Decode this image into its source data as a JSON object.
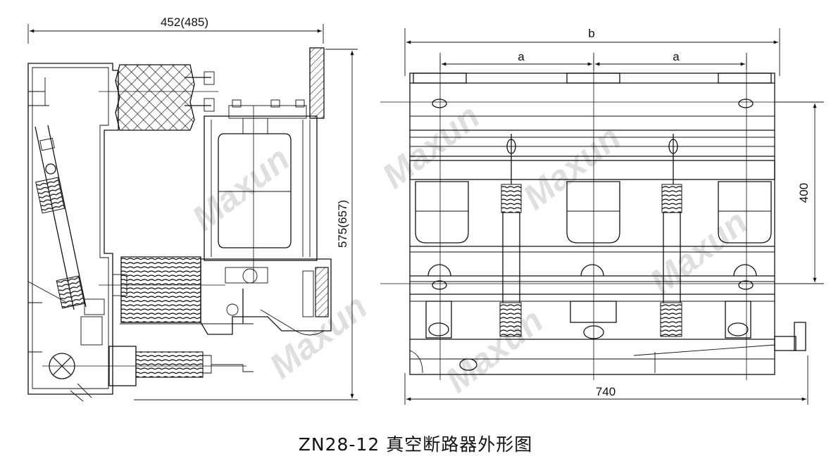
{
  "caption": "ZN28-12 真空断路器外形图",
  "watermark": "Maxun",
  "side_view": {
    "width_dim": "452(485)",
    "height_dim": "575(657)"
  },
  "front_view": {
    "overall_dim": "b",
    "pitch_dim_left": "a",
    "pitch_dim_right": "a",
    "height_dim": "400",
    "depth_dim": "740"
  },
  "colors": {
    "line": "#111111",
    "watermark": "#e2495c",
    "background": "#ffffff"
  }
}
